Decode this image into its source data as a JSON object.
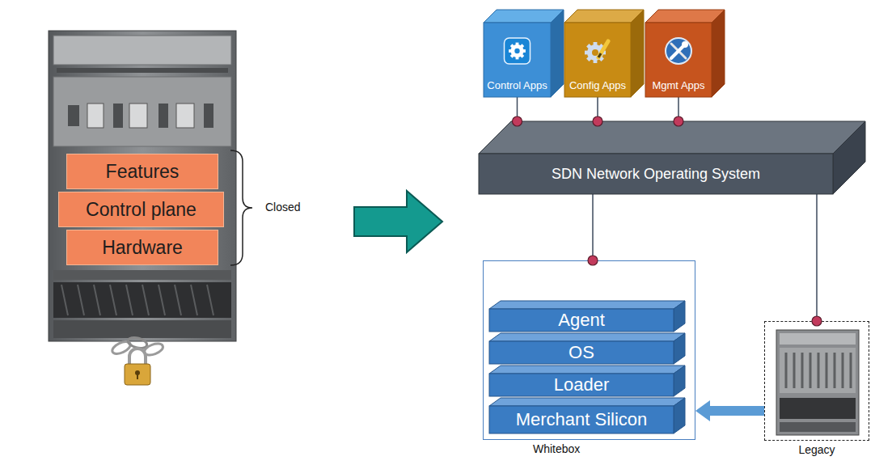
{
  "diagram": {
    "nodes": [
      {
        "text": [
          "Features"
        ]
      },
      {
        "text": [
          "Control plane"
        ]
      },
      {
        "text": [
          "Hardware"
        ]
      },
      {
        "text": [
          "Control Apps"
        ]
      },
      {
        "text": [
          "Config Apps"
        ]
      },
      {
        "text": [
          "Mgmt Apps"
        ]
      },
      {
        "text": [
          "SDN Network Operating System"
        ]
      },
      {
        "text": [
          "Whitebox"
        ]
      },
      {
        "text": [
          "Agent"
        ],
        "in": 7
      },
      {
        "text": [
          "OS"
        ],
        "in": 7
      },
      {
        "text": [
          "Loader"
        ],
        "in": 7
      },
      {
        "text": [
          "Merchant Silicon"
        ],
        "in": 7
      },
      {
        "text": [
          "Legacy"
        ]
      }
    ],
    "edges": [
      {
        "from": 3,
        "to": 6,
        "arrow": "none"
      },
      {
        "from": 4,
        "to": 6,
        "arrow": "none"
      },
      {
        "from": 5,
        "to": 6,
        "arrow": "none"
      },
      {
        "from": 6,
        "to": 7,
        "arrow": "none"
      },
      {
        "from": 6,
        "to": 12,
        "arrow": "none"
      },
      {
        "from": 12,
        "to": 7,
        "arrow": "to"
      }
    ],
    "labels": [
      "Closed"
    ]
  }
}
